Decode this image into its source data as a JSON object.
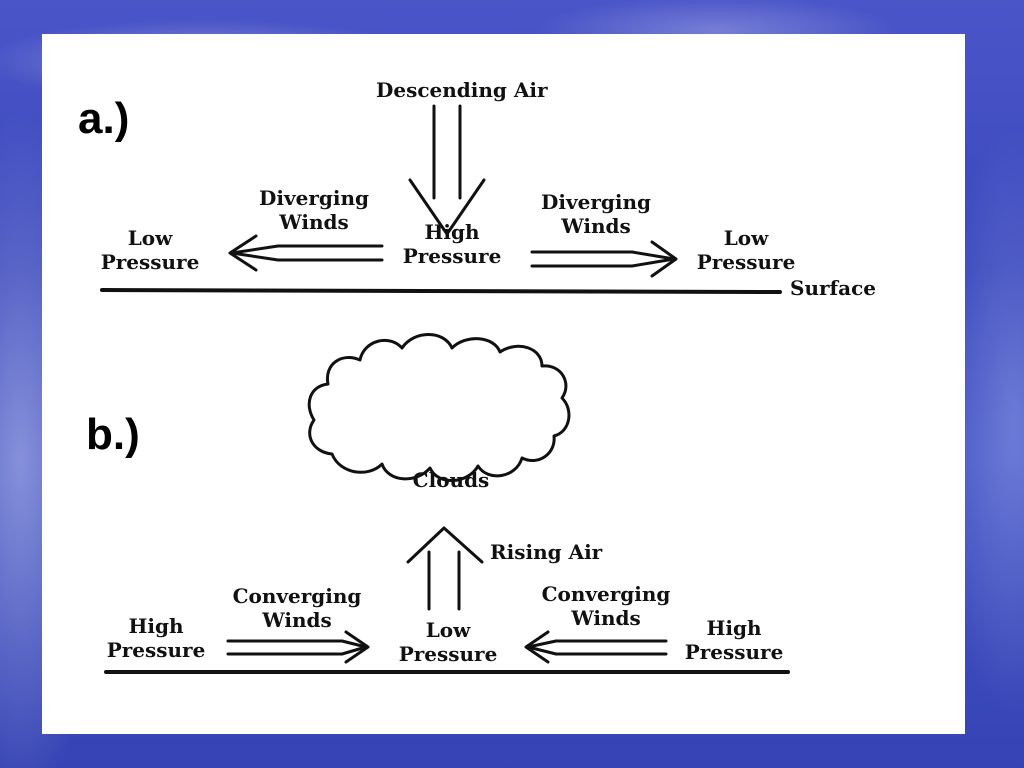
{
  "panel_a": {
    "label": "a.)",
    "descending_air": "Descending Air",
    "diverging_left": [
      "Diverging",
      "Winds"
    ],
    "diverging_right": [
      "Diverging",
      "Winds"
    ],
    "high_pressure": [
      "High",
      "Pressure"
    ],
    "low_left": [
      "Low",
      "Pressure"
    ],
    "low_right": [
      "Low",
      "Pressure"
    ],
    "surface": "Surface"
  },
  "panel_b": {
    "label": "b.)",
    "clouds": "Clouds",
    "rising_air": "Rising Air",
    "converging_left": [
      "Converging",
      "Winds"
    ],
    "converging_right": [
      "Converging",
      "Winds"
    ],
    "low_pressure": [
      "Low",
      "Pressure"
    ],
    "high_left": [
      "High",
      "Pressure"
    ],
    "high_right": [
      "High",
      "Pressure"
    ]
  },
  "colors": {
    "ink": "#111111",
    "paper": "#ffffff",
    "background": "#4450c4"
  }
}
